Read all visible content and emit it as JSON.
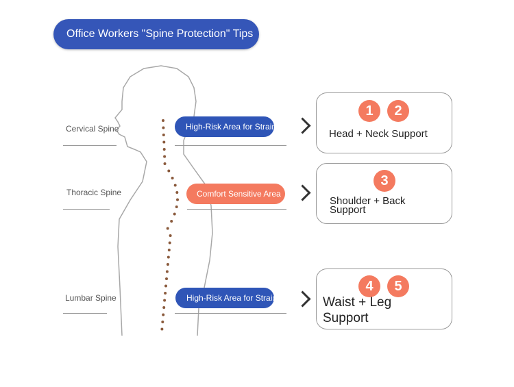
{
  "title": "Office Workers \"Spine Protection\" Tips",
  "spine_sections": [
    {
      "label": "Cervical Spine",
      "area": "High-Risk Area for Strain",
      "area_type": "high-risk"
    },
    {
      "label": "Thoracic Spine",
      "area": "Comfort Sensitive Area",
      "area_type": "comfort"
    },
    {
      "label": "Lumbar Spine",
      "area": "High-Risk Area for Strain",
      "area_type": "high-risk"
    }
  ],
  "support_cards": [
    {
      "badges": [
        "1",
        "2"
      ],
      "text": "Head + Neck Support"
    },
    {
      "badges": [
        "3"
      ],
      "text": "Shoulder + Back Support"
    },
    {
      "badges": [
        "4",
        "5"
      ],
      "text": "Waist + Leg Support"
    }
  ],
  "colors": {
    "title_bg": "#3556b8",
    "high_risk": "#2f55b7",
    "comfort": "#f47a5f",
    "badge": "#f47a5f",
    "spine_dots": "#8a5a3c"
  }
}
